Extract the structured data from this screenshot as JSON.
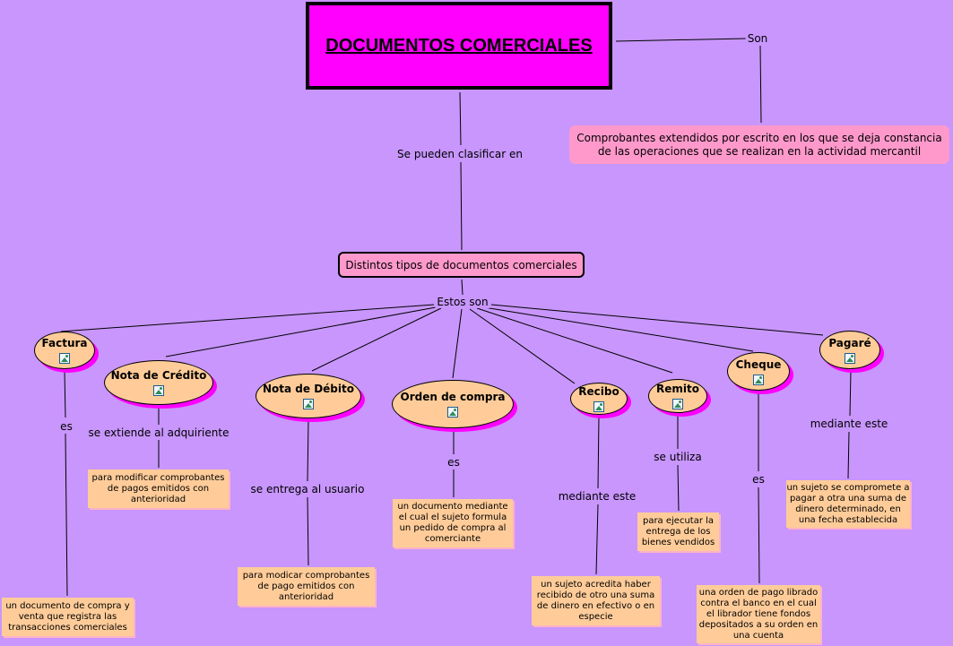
{
  "title": "DOCUMENTOS COMERCIALES",
  "link_son": "Son",
  "definition": "Comprobantes extendidos por escrito en los que se deja constancia de las operaciones que se realizan en la actividad mercantil",
  "link_classify": "Se pueden clasificar en",
  "category": "Distintos tipos de documentos comerciales",
  "link_estos_son": "Estos son",
  "documents": {
    "factura": {
      "name": "Factura",
      "link": "es",
      "desc": "un documento de compra y venta que registra las transacciones comerciales"
    },
    "nota_credito": {
      "name": "Nota de Crédito",
      "link": "se extiende al adquiriente",
      "desc": "para modificar comprobantes de pagos emitidos con anterioridad"
    },
    "nota_debito": {
      "name": "Nota de Débito",
      "link": "se entrega al usuario",
      "desc": "para modicar comprobantes de pago emitidos con anterioridad"
    },
    "orden_compra": {
      "name": "Orden de compra",
      "link": "es",
      "desc": "un documento mediante el cual el sujeto formula un pedido de compra al comerciante"
    },
    "recibo": {
      "name": "Recibo",
      "link": "mediante este",
      "desc": "un sujeto acredita haber recibido de otro una suma de dinero en efectivo o en especie"
    },
    "remito": {
      "name": "Remito",
      "link": "se utiliza",
      "desc": "para ejecutar la entrega de los bienes vendidos"
    },
    "cheque": {
      "name": "Cheque",
      "link": "es",
      "desc": "una orden de pago librado contra el banco en el cual el librador tiene fondos depositados a su orden en una cuenta"
    },
    "pagare": {
      "name": "Pagaré",
      "link": "mediante este",
      "desc": "un sujeto se compromete a pagar a otra una suma de dinero determinado, en una fecha establecida"
    }
  }
}
